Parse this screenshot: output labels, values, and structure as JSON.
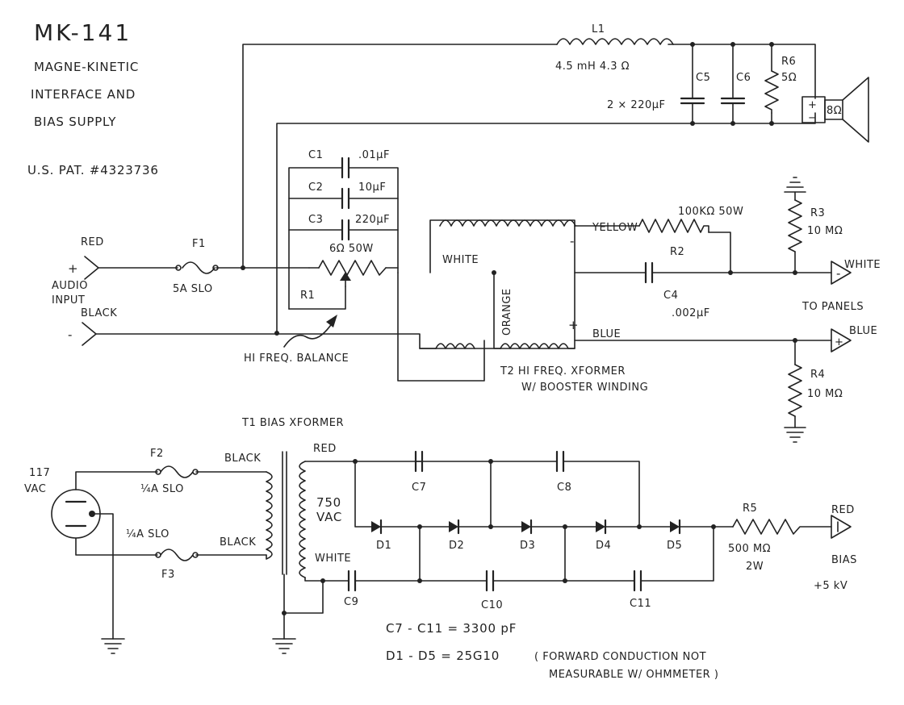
{
  "title": "MK-141",
  "subtitle_lines": [
    "MAGNE-KINETIC",
    "INTERFACE AND",
    "BIAS SUPPLY"
  ],
  "patent": "U.S. PAT. #4323736",
  "inputs": {
    "red": "RED",
    "black": "BLACK",
    "plus": "+",
    "minus": "-",
    "audio_input_lines": [
      "AUDIO",
      "INPUT"
    ]
  },
  "f1": {
    "name": "F1",
    "value": "5A SLO"
  },
  "l1": {
    "name": "L1",
    "value": "4.5 mH  4.3 Ω"
  },
  "c5": "C5",
  "c6": "C6",
  "c5c6_value": "2 × 220µF",
  "r6": {
    "name": "R6",
    "value": "5Ω"
  },
  "speaker": {
    "value": "8Ω",
    "plus": "+",
    "minus": "−"
  },
  "caps_top": [
    {
      "name": "C1",
      "value": ".01µF"
    },
    {
      "name": "C2",
      "value": "10µF"
    },
    {
      "name": "C3",
      "value": "220µF"
    }
  ],
  "r1": {
    "name": "R1",
    "value": "6Ω 50W"
  },
  "hf_balance": "HI FREQ. BALANCE",
  "t2": {
    "yellow": "YELLOW",
    "white": "WHITE",
    "orange": "ORANGE",
    "blue": "BLUE",
    "label_lines": [
      "T2 HI FREQ. XFORMER",
      "W/ BOOSTER WINDING"
    ],
    "minus": "-",
    "plus": "+"
  },
  "r2": {
    "name": "R2",
    "value": "100KΩ  50W"
  },
  "c4": {
    "name": "C4",
    "value": ".002µF"
  },
  "r3": {
    "name": "R3",
    "value": "10 MΩ"
  },
  "r4": {
    "name": "R4",
    "value": "10 MΩ"
  },
  "outputs": {
    "white": "WHITE",
    "blue": "BLUE",
    "to_panels": "TO PANELS",
    "minus": "-",
    "plus": "+"
  },
  "t1": {
    "label": "T1 BIAS XFORMER",
    "black_top": "BLACK",
    "black_bottom": "BLACK",
    "red": "RED",
    "white": "WHITE",
    "voltage_lines": [
      "750",
      "VAC"
    ]
  },
  "mains": {
    "lines": [
      "117",
      "VAC"
    ]
  },
  "f2": {
    "name": "F2",
    "value": "¼A SLO"
  },
  "f3": {
    "name": "F3",
    "value": "¼A SLO"
  },
  "multiplier_caps": [
    "C7",
    "C8",
    "C9",
    "C10",
    "C11"
  ],
  "diodes": [
    "D1",
    "D2",
    "D3",
    "D4",
    "D5"
  ],
  "r5": {
    "name": "R5",
    "value": "500 MΩ",
    "power": "2W"
  },
  "bias_out": {
    "red": "RED",
    "label": "BIAS",
    "voltage": "+5 kV"
  },
  "notes": {
    "caps": "C7 - C11  =  3300 pF",
    "diodes": "D1 - D5  =  25G10",
    "diode_note_lines": [
      "( FORWARD CONDUCTION NOT",
      "MEASURABLE  W/ OHMMETER )"
    ]
  }
}
